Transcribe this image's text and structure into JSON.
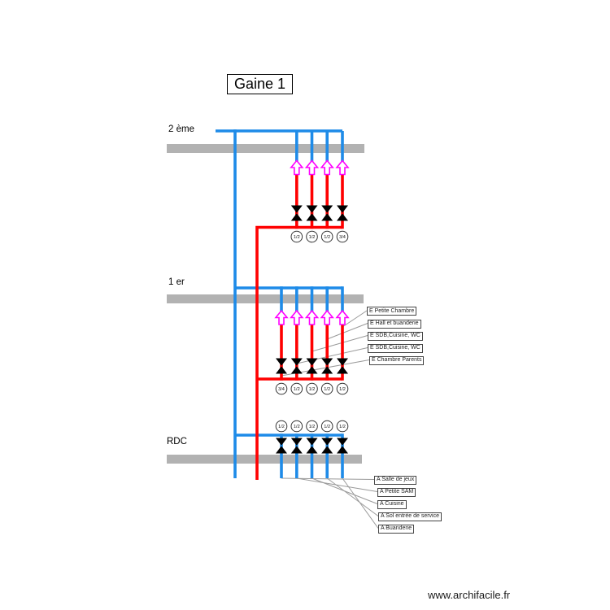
{
  "title": "Gaine 1",
  "watermark": "www.archifacile.fr",
  "colors": {
    "cold_pipe": "#1e8be8",
    "hot_pipe": "#ff0000",
    "flow_arrow": "#ff00ff",
    "slab": "#b2b2b2",
    "valve": "#000000",
    "leader_line": "#9a9a9a",
    "text": "#000000"
  },
  "floors": [
    {
      "name": "2 ème",
      "branches": [
        {
          "size": "1/2"
        },
        {
          "size": "1/2"
        },
        {
          "size": "1/2"
        },
        {
          "size": "3/4"
        }
      ]
    },
    {
      "name": "1 er",
      "branches": [
        {
          "size": "3/4",
          "destination": "E Chambre Parents"
        },
        {
          "size": "1/2",
          "destination": "E SDB,Cuisine, WC"
        },
        {
          "size": "1/2",
          "destination": "E SDB,Cuisine, WC"
        },
        {
          "size": "1/2",
          "destination": "E Hall et buanderie"
        },
        {
          "size": "1/2",
          "destination": "E Petite Chambre"
        }
      ]
    },
    {
      "name": "RDC",
      "branches": [
        {
          "size": "1/2",
          "destination": "A Salle de jeux"
        },
        {
          "size": "1/2",
          "destination": "A Petite SAM"
        },
        {
          "size": "1/2",
          "destination": "A Cuisine"
        },
        {
          "size": "1/2",
          "destination": "A Sol entrée de service"
        },
        {
          "size": "1/2",
          "destination": "A Buanderie"
        }
      ]
    }
  ]
}
